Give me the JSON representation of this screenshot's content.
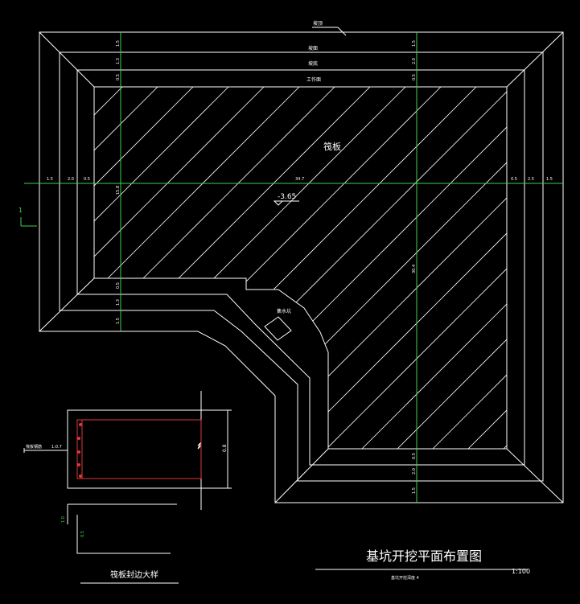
{
  "plan": {
    "top_leader_label": "坡顶",
    "outer_band_label": "坡面",
    "middle_band_label": "坡底",
    "inner_band_label": "工作面",
    "raft_label": "筏板",
    "elevation": "-3.65",
    "sump_label": "集水坑",
    "dims_top_col1": [
      "1.5",
      "1.3",
      "0.5"
    ],
    "dims_top_col2": [
      "1.5",
      "2.0",
      "0.5"
    ],
    "dims_left_col1": [
      "0.5",
      "1.3",
      "1.5"
    ],
    "dims_bottom_col2": [
      "0.5",
      "2.0",
      "1.5"
    ],
    "dims_row_left": [
      "1.5",
      "2.0",
      "0.5"
    ],
    "dims_row_mid": "34.7",
    "dims_row_right": [
      "0.5",
      "2.5",
      "1.5"
    ],
    "dim_left_vertical": "15.8",
    "dim_right_vertical": "30.4"
  },
  "detail": {
    "left_label": "筏板钢筋",
    "left_value": "1:0.7",
    "height_label": "0.8",
    "lower_label_1": "1.0",
    "lower_label_2": "0.5",
    "caption": "筏板封边大样"
  },
  "title_block": {
    "title": "基坑开挖平面布置图",
    "subtitle": "基坑开挖深度 4",
    "scale": "1:100"
  },
  "axis_mark": "1",
  "colors": {
    "background": "#000000",
    "lines": "#ffffff",
    "axis": "#3fd24a",
    "rebar": "#e0383a"
  }
}
